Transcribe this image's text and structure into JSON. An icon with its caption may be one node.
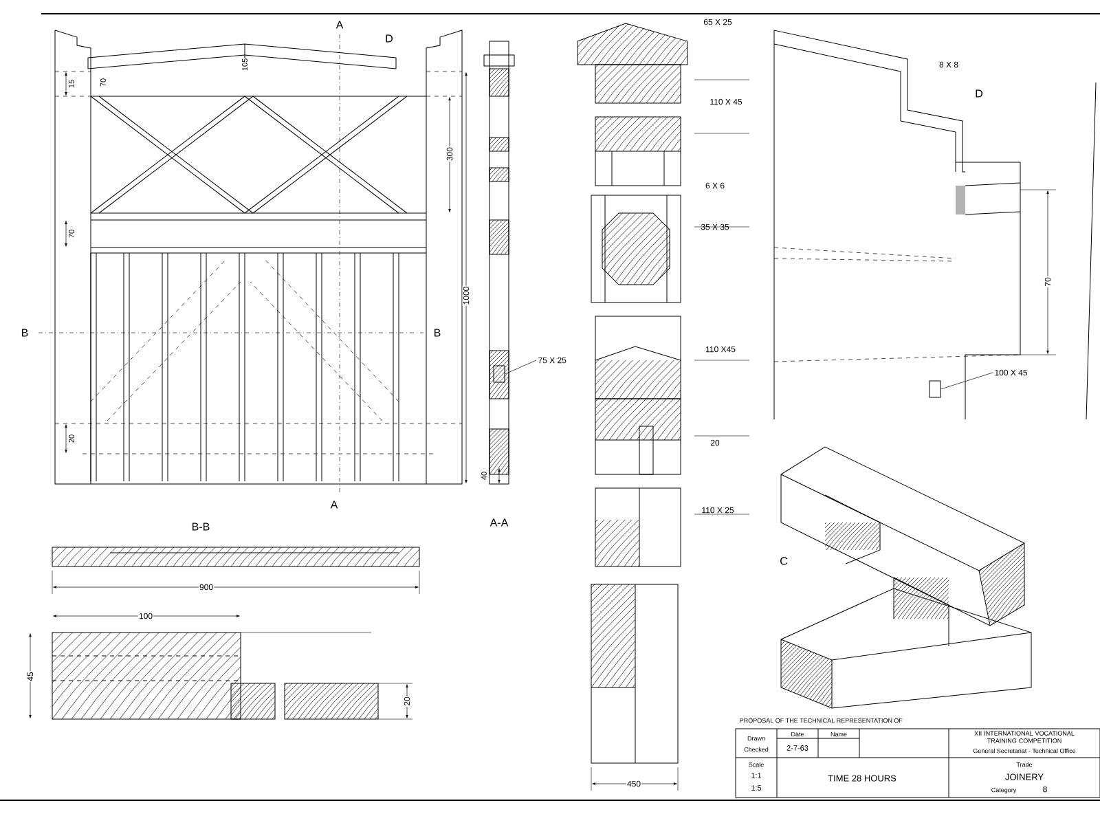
{
  "diagram": {
    "nodes": [
      {
        "text": [
          "75 X 25"
        ]
      },
      {
        "text": [],
        "shape": "box"
      },
      {
        "text": [
          "100 X 45"
        ]
      },
      {
        "text": [],
        "shape": "box"
      }
    ],
    "edges": [
      {
        "from": 0,
        "to": 1,
        "arrow": "none"
      },
      {
        "from": 2,
        "to": 3,
        "arrow": "none"
      }
    ],
    "labels": [
      "A",
      "D",
      "105",
      "15",
      "70",
      "300",
      "70",
      "1000",
      "B",
      "B",
      "20",
      "A",
      "40",
      "A-A",
      "65 X 25",
      "110 X 45",
      "6 X 6",
      "35 X 35",
      "110 X45",
      "20",
      "110 X 25",
      "450",
      "8 X 8",
      "D",
      "70",
      "C",
      "B-B",
      "900",
      "100",
      "45",
      "20",
      "PROPOSAL OF THE TECHNICAL REPRESENTATION OF",
      "Drawn",
      "Checked",
      "Date",
      "2-7-63",
      "Name",
      "XII INTERNATIONAL VOCATIONAL TRAINING COMPETITION",
      "General Secretariat - Technical Office",
      "Scale",
      "1:1",
      "1:5",
      "TIME 28 HOURS",
      "Trade",
      "JOINERY",
      "Category",
      "8"
    ]
  }
}
